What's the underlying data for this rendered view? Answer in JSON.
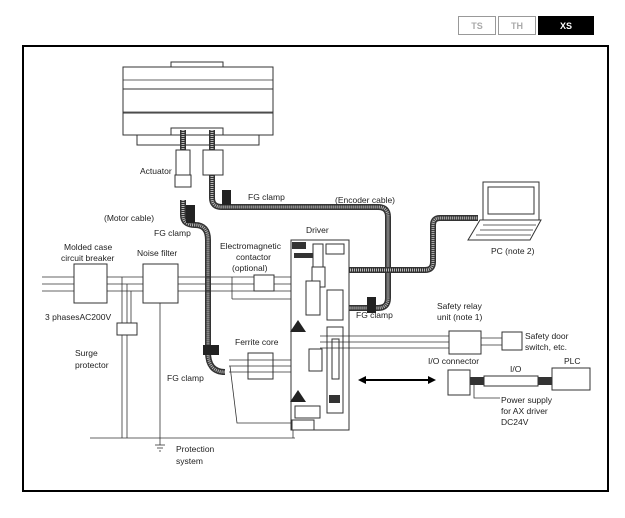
{
  "tabs": [
    {
      "label": "TS",
      "active": false
    },
    {
      "label": "TH",
      "active": false
    },
    {
      "label": "XS",
      "active": true
    }
  ],
  "diagram": {
    "labels": {
      "actuator": "Actuator",
      "fg_clamp_top": "FG clamp",
      "encoder_cable": "(Encoder cable)",
      "motor_cable": "(Motor cable)",
      "fg_clamp_motor": "FG clamp",
      "driver": "Driver",
      "pc": "PC (note 2)",
      "breaker_line1": "Molded case",
      "breaker_line2": "circuit breaker",
      "noise_filter": "Noise filter",
      "contactor_line1": "Electromagnetic",
      "contactor_line2": "contactor",
      "contactor_line3": "(optional)",
      "power_source": "3 phasesAC200V",
      "fg_clamp_right": "FG clamp",
      "safety_relay_line1": "Safety relay",
      "safety_relay_line2": "unit (note 1)",
      "safety_door_line1": "Safety door",
      "safety_door_line2": "switch, etc.",
      "surge_line1": "Surge",
      "surge_line2": "protector",
      "ferrite_core": "Ferrite core",
      "io_connector": "I/O connector",
      "io": "I/O",
      "plc": "PLC",
      "fg_clamp_bottom": "FG clamp",
      "power_supply_line1": "Power supply",
      "power_supply_line2": "for AX driver",
      "power_supply_line3": "DC24V",
      "protection_line1": "Protection",
      "protection_line2": "system"
    }
  }
}
